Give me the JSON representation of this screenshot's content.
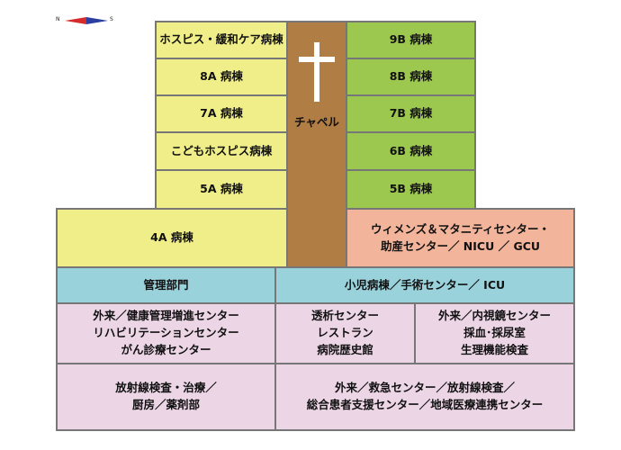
{
  "compass": {
    "north": "N",
    "south": "S"
  },
  "wards": {
    "hospice": "ホスピス・緩和ケア病棟",
    "w8a": "8A 病棟",
    "w7a": "7A 病棟",
    "kids_hospice": "こどもホスピス病棟",
    "w5a": "5A 病棟",
    "w4a": "4A 病棟",
    "w9b": "9B 病棟",
    "w8b": "8B 病棟",
    "w7b": "7B 病棟",
    "w6b": "6B 病棟",
    "w5b": "5B 病棟"
  },
  "chapel": {
    "label": "チャペル"
  },
  "womens": "ウィメンズ＆マタニティセンター・\n助産センター／ NICU ／ GCU",
  "admin": "管理部門",
  "pediatric": "小児病棟／手術センター／ ICU",
  "outpatient_health": "外来／健康管理増進センター\nリハビリテーションセンター\nがん診療センター",
  "dialysis": "透析センター\nレストラン\n病院歴史館",
  "endoscopy": "外来／内視鏡センター\n採血･採尿室\n生理機能検査",
  "radiology": "放射線検査・治療／\n厨房／薬剤部",
  "emergency": "外来／救急センター／放射線検査／\n総合患者支援センター／地域医療連携センター",
  "colors": {
    "yellow": "#f0ee88",
    "green": "#9dc84f",
    "orange": "#f2b49a",
    "blue": "#9ad2dc",
    "pink": "#ecd6e6",
    "chapel": "#b07d45",
    "compass_north": "#d62b2b",
    "compass_south": "#2b3fa0"
  }
}
